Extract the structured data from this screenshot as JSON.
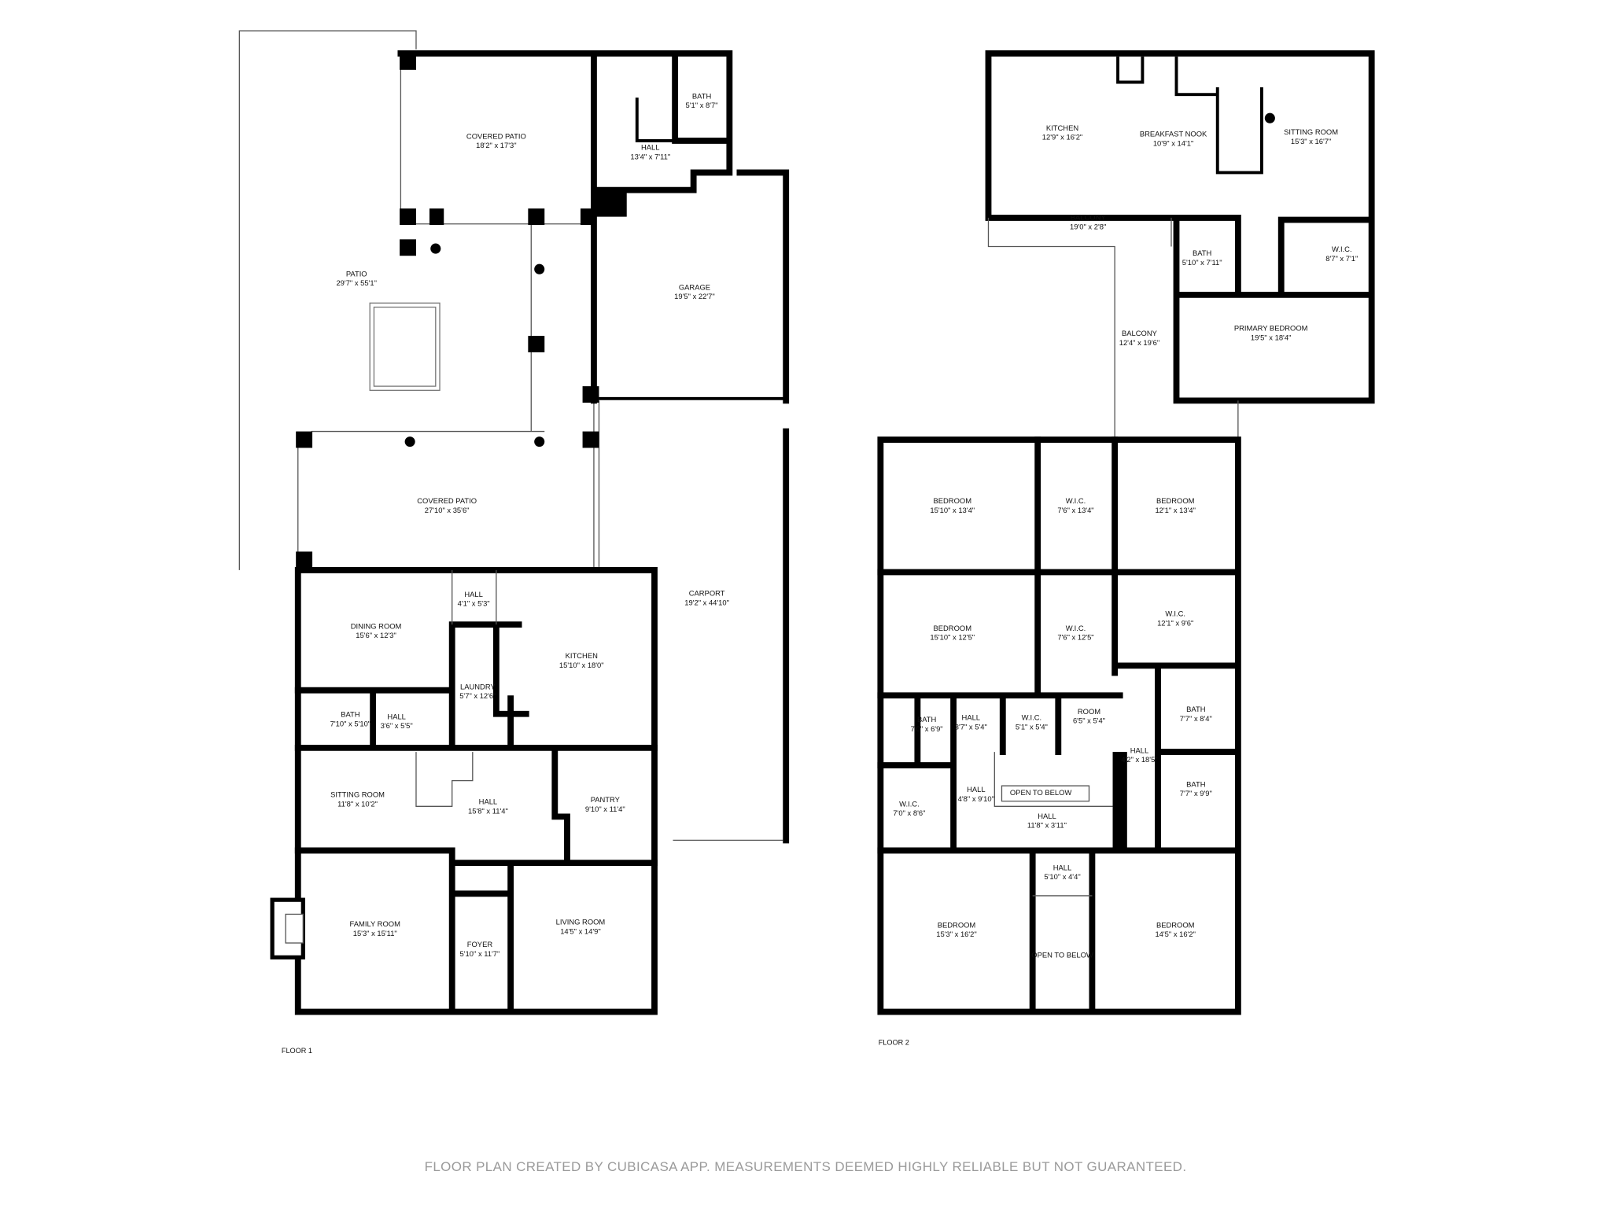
{
  "floor1": {
    "label": "FLOOR 1",
    "rooms": [
      {
        "name": "COVERED PATIO",
        "dims": "18'2\" x 17'3\""
      },
      {
        "name": "BATH",
        "dims": "5'1\" x 8'7\""
      },
      {
        "name": "HALL",
        "dims": "13'4\" x 7'11\""
      },
      {
        "name": "PATIO",
        "dims": "29'7\" x 55'1\""
      },
      {
        "name": "GARAGE",
        "dims": "19'5\" x 22'7\""
      },
      {
        "name": "COVERED PATIO",
        "dims": "27'10\" x 35'6\""
      },
      {
        "name": "CARPORT",
        "dims": "19'2\" x 44'10\""
      },
      {
        "name": "HALL",
        "dims": "4'1\" x 5'3\""
      },
      {
        "name": "DINING ROOM",
        "dims": "15'6\" x 12'3\""
      },
      {
        "name": "KITCHEN",
        "dims": "15'10\" x 18'0\""
      },
      {
        "name": "LAUNDRY",
        "dims": "5'7\" x 12'6\""
      },
      {
        "name": "BATH",
        "dims": "7'10\" x 5'10\""
      },
      {
        "name": "HALL",
        "dims": "3'6\" x 5'5\""
      },
      {
        "name": "SITTING ROOM",
        "dims": "11'8\" x 10'2\""
      },
      {
        "name": "HALL",
        "dims": "15'8\" x 11'4\""
      },
      {
        "name": "PANTRY",
        "dims": "9'10\" x 11'4\""
      },
      {
        "name": "FAMILY ROOM",
        "dims": "15'3\" x 15'11\""
      },
      {
        "name": "FOYER",
        "dims": "5'10\" x 11'7\""
      },
      {
        "name": "LIVING ROOM",
        "dims": "14'5\" x 14'9\""
      }
    ]
  },
  "floor2": {
    "label": "FLOOR 2",
    "rooms": [
      {
        "name": "KITCHEN",
        "dims": "12'9\" x 16'2\""
      },
      {
        "name": "BREAKFAST NOOK",
        "dims": "10'9\" x 14'1\""
      },
      {
        "name": "SITTING ROOM",
        "dims": "15'3\" x 16'7\""
      },
      {
        "name": "BALCONY",
        "dims": "19'0\" x 2'8\""
      },
      {
        "name": "BATH",
        "dims": "5'10\" x 7'11\""
      },
      {
        "name": "W.I.C.",
        "dims": "8'7\" x 7'1\""
      },
      {
        "name": "BALCONY",
        "dims": "12'4\" x 19'6\""
      },
      {
        "name": "PRIMARY BEDROOM",
        "dims": "19'5\" x 18'4\""
      },
      {
        "name": "BEDROOM",
        "dims": "15'10\" x 13'4\""
      },
      {
        "name": "W.I.C.",
        "dims": "7'6\" x 13'4\""
      },
      {
        "name": "BEDROOM",
        "dims": "12'1\" x 13'4\""
      },
      {
        "name": "BEDROOM",
        "dims": "15'10\" x 12'5\""
      },
      {
        "name": "W.I.C.",
        "dims": "7'6\" x 12'5\""
      },
      {
        "name": "W.I.C.",
        "dims": "12'1\" x 9'6\""
      },
      {
        "name": "BATH",
        "dims": "7'0\" x 6'9\""
      },
      {
        "name": "HALL",
        "dims": "3'7\" x 5'4\""
      },
      {
        "name": "W.I.C.",
        "dims": "5'1\" x 5'4\""
      },
      {
        "name": "ROOM",
        "dims": "6'5\" x 5'4\""
      },
      {
        "name": "BATH",
        "dims": "7'7\" x 8'4\""
      },
      {
        "name": "HALL",
        "dims": "4'2\" x 18'5\""
      },
      {
        "name": "HALL",
        "dims": "4'8\" x 9'10\""
      },
      {
        "name": "OPEN TO BELOW",
        "dims": ""
      },
      {
        "name": "BATH",
        "dims": "7'7\" x 9'9\""
      },
      {
        "name": "W.I.C.",
        "dims": "7'0\" x 8'6\""
      },
      {
        "name": "HALL",
        "dims": "11'8\" x 3'11\""
      },
      {
        "name": "HALL",
        "dims": "5'10\" x 4'4\""
      },
      {
        "name": "BEDROOM",
        "dims": "15'3\" x 16'2\""
      },
      {
        "name": "OPEN TO BELOW",
        "dims": ""
      },
      {
        "name": "BEDROOM",
        "dims": "14'5\" x 16'2\""
      }
    ]
  },
  "footer": "FLOOR PLAN CREATED BY CUBICASA APP. MEASUREMENTS DEEMED HIGHLY RELIABLE BUT NOT GUARANTEED."
}
